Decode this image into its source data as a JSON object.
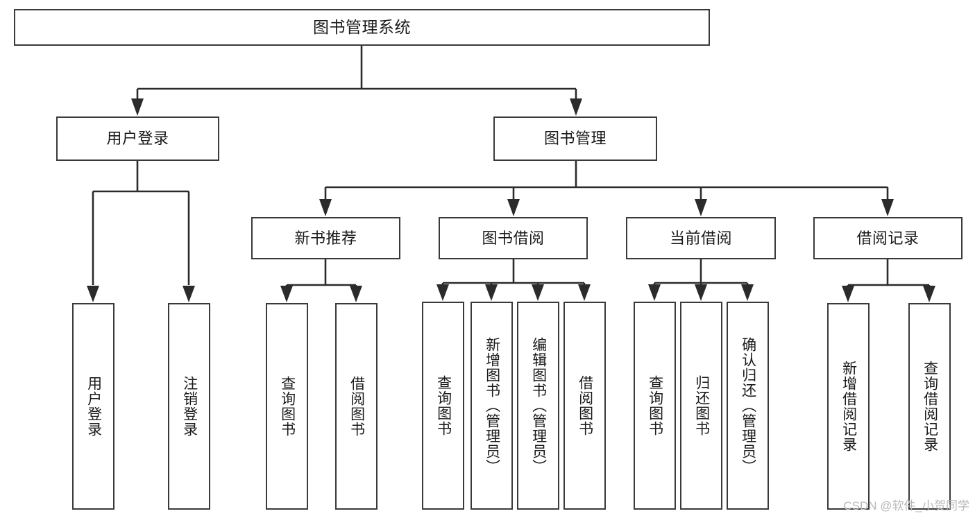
{
  "diagram": {
    "title": "图书管理系统",
    "type": "tree-hierarchy",
    "colors": {
      "box_border": "#3a3a3a",
      "box_fill": "#ffffff",
      "connector": "#2b2b2b",
      "text": "#1a1a1a",
      "watermark": "#b9b9b9",
      "background": "#ffffff"
    },
    "watermark": "CSDN @软件_小贺同学",
    "nodes": {
      "root": {
        "label": "图书管理系统"
      },
      "level1": [
        {
          "label": "用户登录"
        },
        {
          "label": "图书管理"
        }
      ],
      "level2": [
        {
          "label": "新书推荐"
        },
        {
          "label": "图书借阅"
        },
        {
          "label": "当前借阅"
        },
        {
          "label": "借阅记录"
        }
      ],
      "leaves_user_login": [
        {
          "label": "用户登录"
        },
        {
          "label": "注销登录"
        }
      ],
      "leaves_new_book": [
        {
          "label": "查询图书"
        },
        {
          "label": "借阅图书"
        }
      ],
      "leaves_borrow": [
        {
          "label": "查询图书"
        },
        {
          "label": "新增图书（管理员）"
        },
        {
          "label": "编辑图书（管理员）"
        },
        {
          "label": "借阅图书"
        }
      ],
      "leaves_current": [
        {
          "label": "查询图书"
        },
        {
          "label": "归还图书"
        },
        {
          "label": "确认归还（管理员）"
        }
      ],
      "leaves_records": [
        {
          "label": "新增借阅记录"
        },
        {
          "label": "查询借阅记录"
        }
      ]
    }
  }
}
